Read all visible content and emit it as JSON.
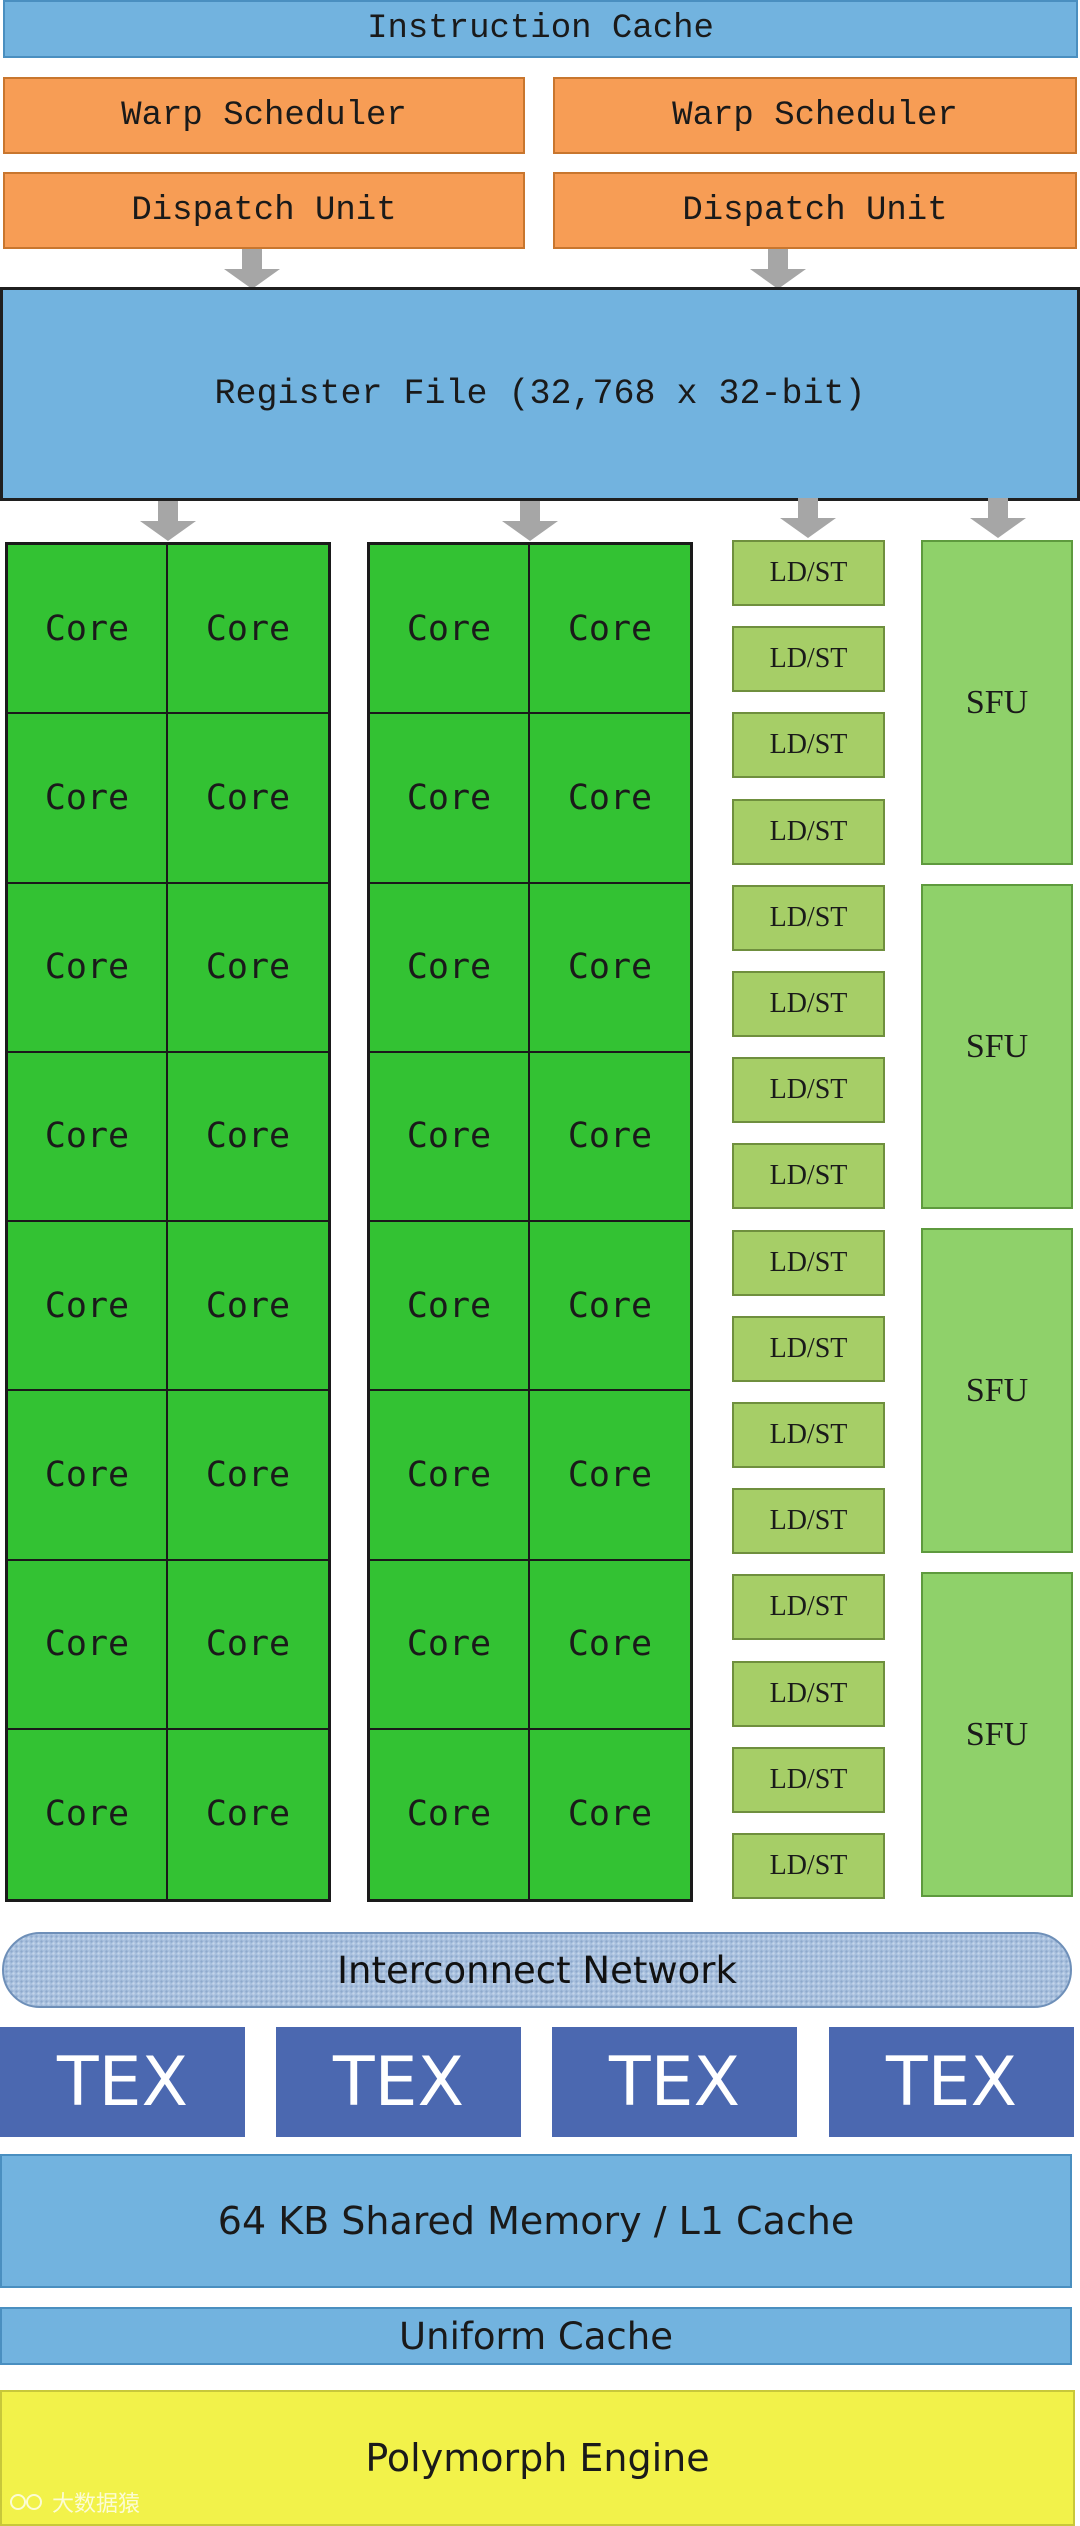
{
  "instruction_cache": "Instruction Cache",
  "warp_scheduler_left": "Warp Scheduler",
  "warp_scheduler_right": "Warp Scheduler",
  "dispatch_unit_left": "Dispatch Unit",
  "dispatch_unit_right": "Dispatch Unit",
  "register_file": "Register File (32,768 x 32-bit)",
  "core_label": "Core",
  "ldst_label": "LD/ST",
  "sfu_label": "SFU",
  "interconnect": "Interconnect Network",
  "tex": [
    "TEX",
    "TEX",
    "TEX",
    "TEX"
  ],
  "shared_memory": "64 KB Shared Memory / L1 Cache",
  "uniform_cache": "Uniform Cache",
  "polymorph_engine": "Polymorph Engine",
  "watermark_text": "大数据猿",
  "colors": {
    "cache_blue": "#72b3df",
    "scheduler_orange": "#f79d55",
    "core_green": "#33c233",
    "ldst_green": "#a6ce67",
    "sfu_green": "#8fd16a",
    "tex_blue": "#4b68b0",
    "polymorph_yellow": "#f2f24a",
    "arrow_gray": "#a6a6a6"
  }
}
